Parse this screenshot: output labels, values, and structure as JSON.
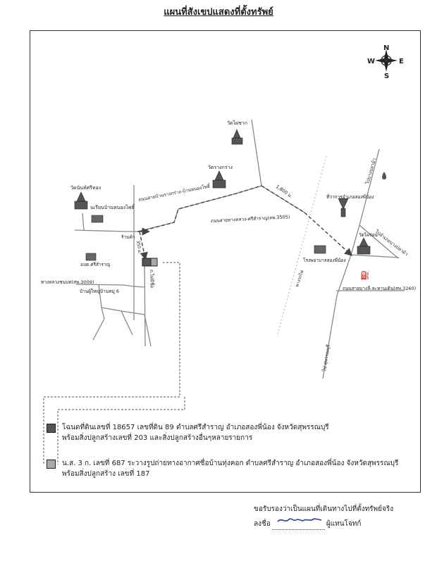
{
  "title": "แผนที่สังเขปแสดงที่ตั้งทรัพย์",
  "compass": {
    "n": "N",
    "s": "S",
    "e": "E",
    "w": "W"
  },
  "labels": {
    "wat_phai_chak": "วัดไผ่ชาก",
    "wat_rang_krang": "วัดรางกร่าง",
    "wat_sithong": "วัดนันท์ศรีทอง",
    "school_ban_nong": "นเรียนบ้านหนองโพธิ์",
    "road_rang_krang": "ถนนสายบ้านรางกร่าง-บ้านหนองโพธิ์",
    "road_song_phi_nong": "ถนนสายทางหลวง-ศรีสำราญ(สพ.3505)",
    "dist_1": "1,800 ม.",
    "district_office": "ที่ว่าการอำเภอสองพี่น้อง",
    "to_top": "ไปบางปลาม้า",
    "to_right": "ไปอำเภอบางปลาม้า",
    "wat_phai_rong": "วัดไผ่ร่อน",
    "hospital": "โรงพยาบาลสองพี่น้อง",
    "rail": "ทางรถไฟ",
    "road_bottom": "ถนนสายบางลี่-ละหานเดิน(สพ.3260)",
    "to_bottom": "ไป สุพรรณบุรี",
    "shop": "ร้านค้า",
    "obt": "อบต.ศรีสำราญ",
    "hwy": "ทางหลวงชนบท(สพ.3009)",
    "village": "บ้านผู้ใหญ่บ้านหมู่ 6",
    "dist_2": "350 ม.",
    "soi": "ถ.ไม่มีชื่อ"
  },
  "legend": {
    "item1": {
      "line1": "โฉนดที่ดินเลขที่ 18657 เลขที่ดิน 89 ตำบลศรีสำราญ อำเภอสองพี่น้อง จังหวัดสุพรรณบุรี",
      "line2": "พร้อมสิ่งปลูกสร้างเลขที่ 203 และสิ่งปลูกสร้างอื่นๆหลายรายการ",
      "color": "#555555"
    },
    "item2": {
      "line1": "น.ส. 3 ก. เลขที่ 687 ระวางรูปถ่ายทางอากาศชื่อบ้านทุ่งคอก ตำบลศรีสำราญ อำเภอสองพี่น้อง จังหวัดสุพรรณบุรี",
      "line2": "พร้อมสิ่งปลูกสร้าง เลขที่ 187",
      "color": "#aaaaaa"
    }
  },
  "certification": {
    "statement": "ขอรับรองว่าเป็นแผนที่เดินทางไปที่ตั้งทรัพย์จริง",
    "sign_prefix": "ลงชื่อ",
    "sign_suffix": "ผู้แทนโจทก์"
  }
}
